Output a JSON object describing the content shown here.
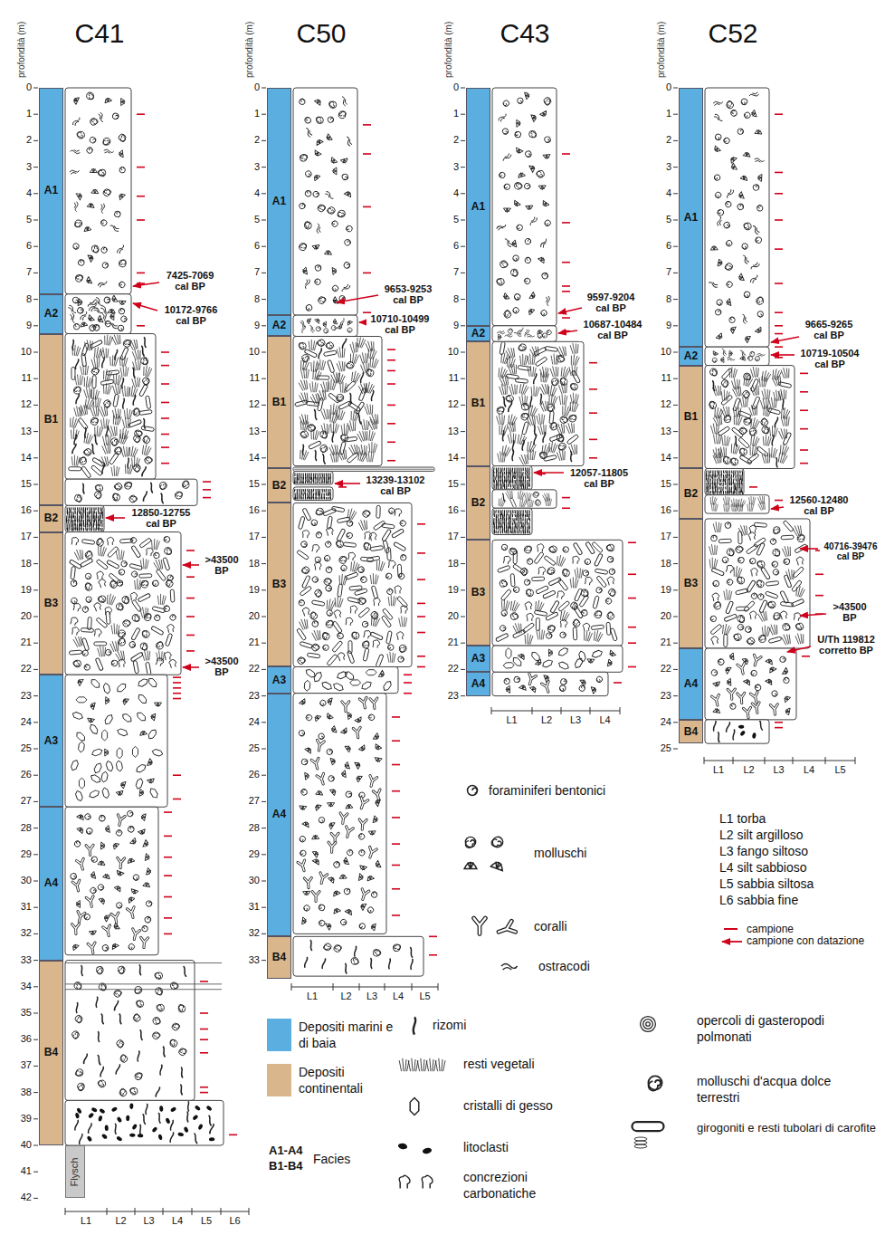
{
  "diagram": {
    "nodes": [
      {
        "text": [
          "A1"
        ]
      },
      {
        "text": [
          "A2"
        ]
      },
      {
        "text": [
          "B1"
        ]
      },
      {
        "text": [
          "B2"
        ]
      },
      {
        "text": [
          "B3"
        ]
      },
      {
        "text": [
          "A3"
        ]
      },
      {
        "text": [
          "A4"
        ]
      },
      {
        "text": [
          "B4"
        ]
      },
      {
        "text": [
          "Flysch"
        ]
      },
      {
        "text": [
          "A1"
        ]
      },
      {
        "text": [
          "A2"
        ]
      },
      {
        "text": [
          "B1"
        ]
      },
      {
        "text": [
          "B2"
        ]
      },
      {
        "text": [
          "B3"
        ]
      },
      {
        "text": [
          "A3"
        ]
      },
      {
        "text": [
          "A4"
        ]
      },
      {
        "text": [
          "B4"
        ]
      },
      {
        "text": [
          "A1"
        ]
      },
      {
        "text": [
          "A2"
        ]
      },
      {
        "text": [
          "B1"
        ]
      },
      {
        "text": [
          "B2"
        ]
      },
      {
        "text": [
          "B3"
        ]
      },
      {
        "text": [
          "A3"
        ]
      },
      {
        "text": [
          "A4"
        ]
      },
      {
        "text": [
          "A1"
        ]
      },
      {
        "text": [
          "A2"
        ]
      },
      {
        "text": [
          "B1"
        ]
      },
      {
        "text": [
          "B2"
        ]
      },
      {
        "text": [
          "B3"
        ]
      },
      {
        "text": [
          "A4"
        ]
      },
      {
        "text": [
          "B4"
        ]
      }
    ],
    "labels": [
      "C41",
      "C50",
      "C43",
      "C52",
      "profondità (m)",
      "profondità (m)",
      "profondità (m)",
      "profondità (m)",
      "0",
      "1",
      "2",
      "3",
      "4",
      "5",
      "6",
      "7",
      "8",
      "9",
      "10",
      "11",
      "12",
      "13",
      "14",
      "15",
      "16",
      "17",
      "18",
      "19",
      "20",
      "21",
      "22",
      "23",
      "24",
      "25",
      "26",
      "27",
      "28",
      "29",
      "30",
      "31",
      "32",
      "33",
      "34",
      "35",
      "36",
      "37",
      "38",
      "39",
      "40",
      "41",
      "42",
      "0",
      "1",
      "2",
      "3",
      "4",
      "5",
      "6",
      "7",
      "8",
      "9",
      "10",
      "11",
      "12",
      "13",
      "14",
      "15",
      "16",
      "17",
      "18",
      "19",
      "20",
      "21",
      "22",
      "23",
      "24",
      "25",
      "26",
      "27",
      "28",
      "29",
      "30",
      "31",
      "32",
      "33",
      "0",
      "1",
      "2",
      "3",
      "4",
      "5",
      "6",
      "7",
      "8",
      "9",
      "10",
      "11",
      "12",
      "13",
      "14",
      "15",
      "16",
      "17",
      "18",
      "19",
      "20",
      "21",
      "22",
      "23",
      "0",
      "1",
      "2",
      "3",
      "4",
      "5",
      "6",
      "7",
      "8",
      "9",
      "10",
      "11",
      "12",
      "13",
      "14",
      "15",
      "16",
      "17",
      "18",
      "19",
      "20",
      "21",
      "22",
      "23",
      "24",
      "25",
      "L1",
      "L2",
      "L3",
      "L4",
      "L5",
      "L6",
      "L1",
      "L2",
      "L3",
      "L4",
      "L5",
      "L1",
      "L2",
      "L3",
      "L4",
      "L1",
      "L2",
      "L3",
      "L4",
      "L5",
      "7425-7069 cal BP",
      "10172-9766 cal BP",
      "12850-12755 cal BP",
      ">43500 BP",
      ">43500 BP",
      "9653-9253 cal BP",
      "10710-10499 cal BP",
      "13239-13102 cal BP",
      "9597-9204 cal BP",
      "10687-10484 cal BP",
      "12057-11805 cal BP",
      "9665-9265 cal BP",
      "10719-10504 cal BP",
      "12560-12480 cal BP",
      "40716-39476 cal BP",
      ">43500 BP",
      "U/Th 119812 corretto BP",
      "L1 torba",
      "L2 silt argilloso",
      "L3 fango siltoso",
      "L4 silt sabbioso",
      "L5 sabbia siltosa",
      "L6 sabbia fine",
      "A1-A4",
      "B1-B4",
      "Facies"
    ],
    "legend": [
      {
        "text": "Depositi marini e di baia",
        "color": "#5aaee0"
      },
      {
        "text": "Depositi continentali",
        "color": "#d9b68b"
      },
      {
        "text": "foraminiferi bentonici"
      },
      {
        "text": "molluschi"
      },
      {
        "text": "coralli"
      },
      {
        "text": "ostracodi"
      },
      {
        "text": "rizomi"
      },
      {
        "text": "resti vegetali"
      },
      {
        "text": "cristalli di gesso"
      },
      {
        "text": "litoclasti"
      },
      {
        "text": "concrezioni carbonatiche"
      },
      {
        "text": "opercoli di gasteropodi polmonati"
      },
      {
        "text": "molluschi d'acqua dolce terrestri"
      },
      {
        "text": "girogoniti e resti tubolari di carofite"
      },
      {
        "text": "campione"
      },
      {
        "text": "campione con datazione"
      }
    ]
  }
}
